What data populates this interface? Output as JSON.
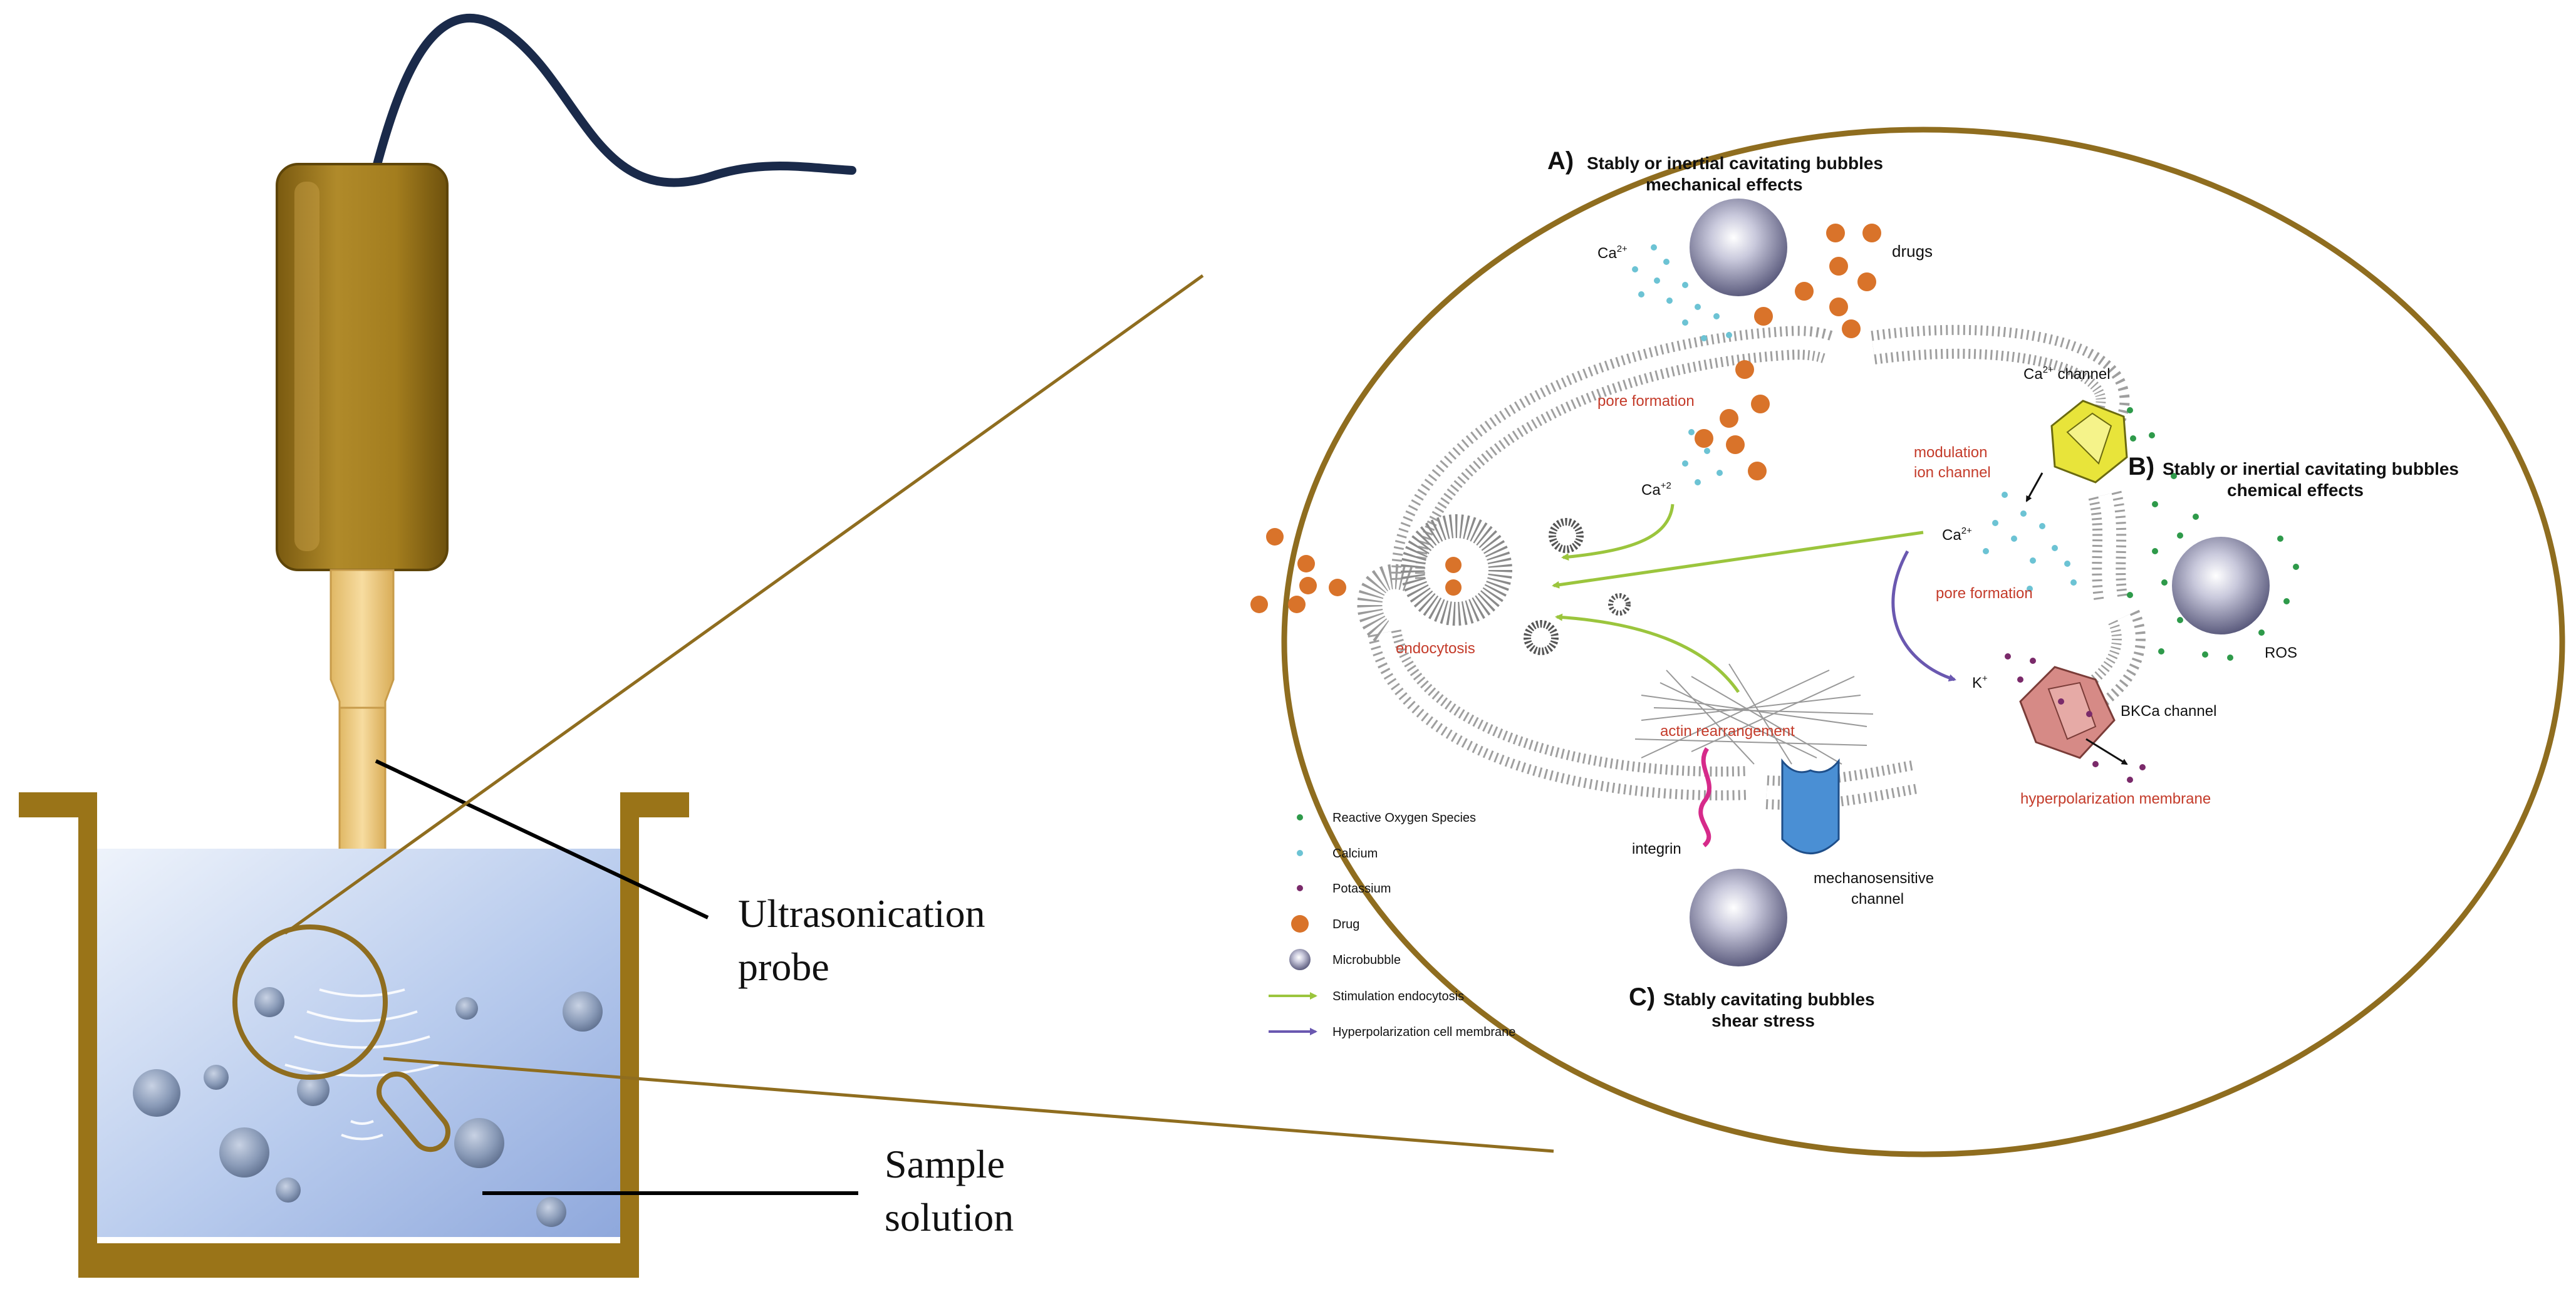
{
  "labels": {
    "probe_line1": "Ultrasonication",
    "probe_line2": "probe",
    "sample_line1": "Sample",
    "sample_line2": "solution"
  },
  "sections": {
    "a_letter": "A)",
    "a_line1": "Stably or inertial cavitating bubbles",
    "a_line2": "mechanical effects",
    "b_letter": "B)",
    "b_line1": "Stably or inertial cavitating bubbles",
    "b_line2": "chemical effects",
    "c_letter": "C)",
    "c_line1": "Stably cavitating bubbles",
    "c_line2": "shear stress"
  },
  "annotations": {
    "ca_top": "Ca",
    "ca_top_sup": "2+",
    "drugs": "drugs",
    "pore_formation_top": "pore formation",
    "ca_mid": "Ca",
    "ca_mid_sup": "+2",
    "ca_channel": "Ca",
    "ca_channel_sup": "2+",
    "ca_channel_suffix": " channel",
    "modulation_1": "modulation",
    "modulation_2": "ion channel",
    "ca_right": "Ca",
    "ca_right_sup": "2+",
    "pore_formation_right": "pore formation",
    "ros": "ROS",
    "k": "K",
    "k_sup": "+",
    "bkca": "BKCa channel",
    "hyperpolarization": "hyperpolarization membrane",
    "endocytosis": "endocytosis",
    "actin": "actin rearrangement",
    "integrin": "integrin",
    "mechano_1": "mechanosensitive",
    "mechano_2": "channel"
  },
  "legend": [
    {
      "label": "Reactive Oxygen Species",
      "symbol": "green-dot",
      "color": "#2e9a4a"
    },
    {
      "label": "Calcium",
      "symbol": "cyan-dot",
      "color": "#6cc3d4"
    },
    {
      "label": "Potassium",
      "symbol": "purple-dot",
      "color": "#7a2a6a"
    },
    {
      "label": "Drug",
      "symbol": "orange-dot",
      "color": "#d9732a"
    },
    {
      "label": "Microbubble",
      "symbol": "microbubble-icon",
      "color": "#8a8aa6"
    },
    {
      "label": "Stimulation endocytosis",
      "symbol": "green-arrow",
      "color": "#9bc53d"
    },
    {
      "label": "Hyperpolarization cell membrane",
      "symbol": "purple-arrow",
      "color": "#6a58b0"
    }
  ],
  "colors": {
    "probe_body": "#a07a1f",
    "probe_tip": "#f2d18e",
    "cable": "#1a2a4a",
    "container": "#9a7418",
    "liquid": "#a8c0e8",
    "callout": "#8f6d1f",
    "annotation_red": "#c43b2a",
    "drug": "#d9732a",
    "calcium": "#6cc3d4",
    "ros": "#2e9a4a",
    "potassium": "#7a2a6a",
    "arrow_green": "#9bc53d",
    "arrow_purple": "#6a58b0",
    "ca_channel": "#e8e43a",
    "bkca_channel": "#d68a86",
    "mechano_channel": "#4a8fd4"
  }
}
